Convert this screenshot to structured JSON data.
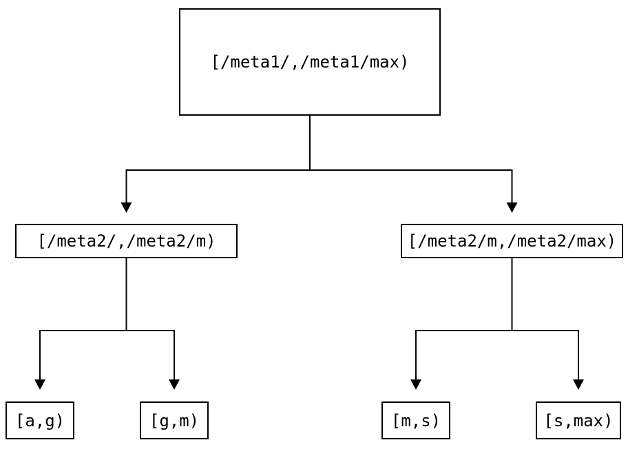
{
  "diagram": {
    "type": "tree",
    "nodes": {
      "root": {
        "id": "root",
        "label": "[/meta1/,/meta1/max)"
      },
      "left": {
        "id": "left",
        "label": "[/meta2/,/meta2/m)"
      },
      "right": {
        "id": "right",
        "label": "[/meta2/m,/meta2/max)"
      },
      "leaf_ag": {
        "id": "leaf_ag",
        "label": "[a,g)"
      },
      "leaf_gm": {
        "id": "leaf_gm",
        "label": "[g,m)"
      },
      "leaf_ms": {
        "id": "leaf_ms",
        "label": "[m,s)"
      },
      "leaf_smax": {
        "id": "leaf_smax",
        "label": "[s,max)"
      }
    },
    "edges": [
      {
        "from": "root",
        "to": "left"
      },
      {
        "from": "root",
        "to": "right"
      },
      {
        "from": "left",
        "to": "leaf_ag"
      },
      {
        "from": "left",
        "to": "leaf_gm"
      },
      {
        "from": "right",
        "to": "leaf_ms"
      },
      {
        "from": "right",
        "to": "leaf_smax"
      }
    ],
    "colors": {
      "background": "#ffffff",
      "line": "#000000",
      "box_border": "#000000",
      "text": "#000000"
    }
  }
}
